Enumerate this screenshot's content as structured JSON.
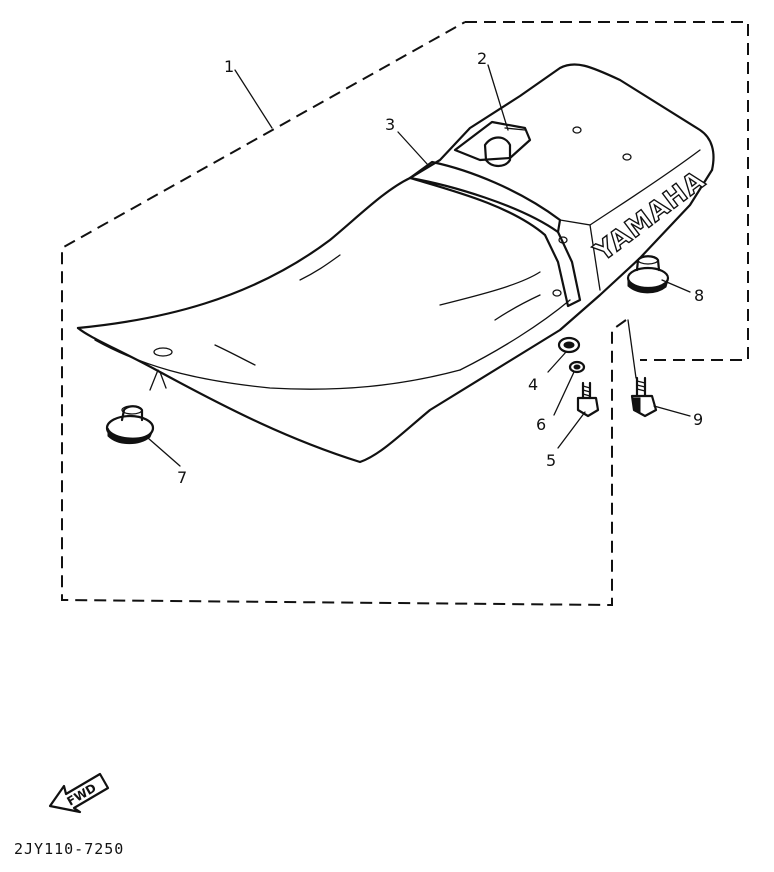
{
  "diagram": {
    "brand_logo": "YAMAHA",
    "fwd_label": "FWD",
    "part_code": "2JY110-7250",
    "callouts": [
      {
        "id": "1",
        "label": "1"
      },
      {
        "id": "2",
        "label": "2"
      },
      {
        "id": "3",
        "label": "3"
      },
      {
        "id": "4",
        "label": "4"
      },
      {
        "id": "5",
        "label": "5"
      },
      {
        "id": "6",
        "label": "6"
      },
      {
        "id": "7",
        "label": "7"
      },
      {
        "id": "8",
        "label": "8"
      },
      {
        "id": "9",
        "label": "9"
      }
    ]
  }
}
